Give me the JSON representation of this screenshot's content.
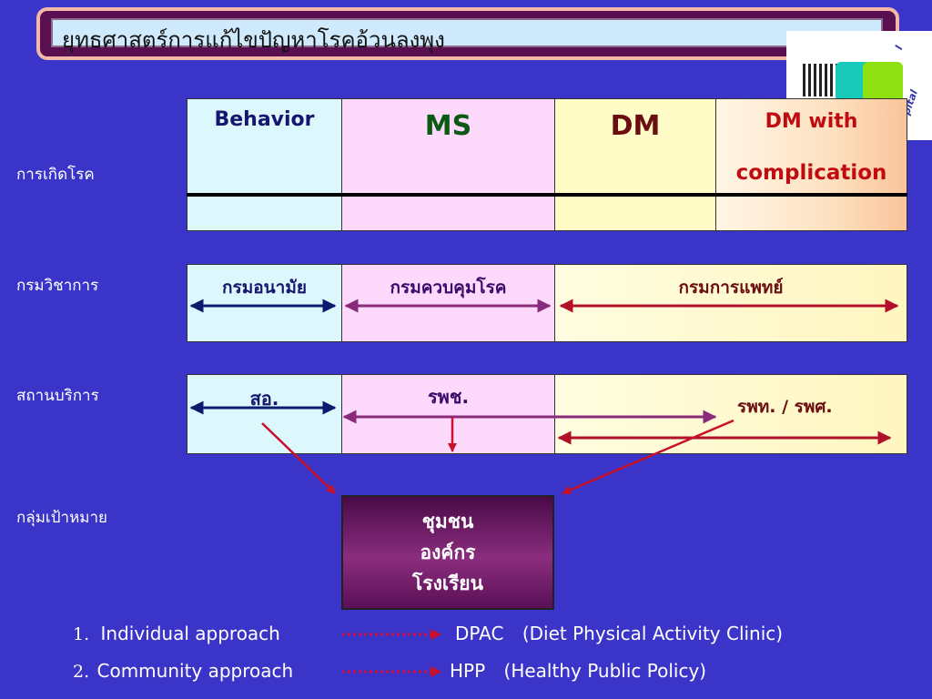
{
  "title": "ยุทธศาสตร์การแก้ไขปัญหาโรคอ้วนลงพุง",
  "logo": {
    "text_top": "l",
    "text_side": "pital",
    "icon": "hospital-logo"
  },
  "rows": {
    "disease": "การเกิดโรค",
    "department": "กรมวิชาการ",
    "service": "สถานบริการ",
    "target": "กลุ่มเป้าหมาย"
  },
  "headers": {
    "behavior": "Behavior",
    "ms": "MS",
    "dm": "DM",
    "dm_with": "DM with",
    "complication": "complication"
  },
  "departments": {
    "health": "กรมอนามัย",
    "disease_control": "กรมควบคุมโรค",
    "medical": "กรมการแพทย์"
  },
  "services": {
    "health_center": "สอ.",
    "community_hospital": "รพช.",
    "general_hospital": "รพท. / รพศ."
  },
  "target_group": {
    "line1": "ชุมชน",
    "line2": "องค์กร",
    "line3": "โรงเรียน"
  },
  "approaches": [
    {
      "num": "1.",
      "name": "Individual approach",
      "result": "DPAC",
      "detail": "(Diet  Physical Activity Clinic)"
    },
    {
      "num": "2.",
      "name": "Community approach",
      "result": "HPP",
      "detail": "(Healthy  Public Policy)"
    }
  ],
  "colors": {
    "background": "#3a35c8",
    "navy_arrow": "#0a1a6e",
    "purple_arrow": "#8a2a7a",
    "red_arrow": "#b0102a"
  }
}
